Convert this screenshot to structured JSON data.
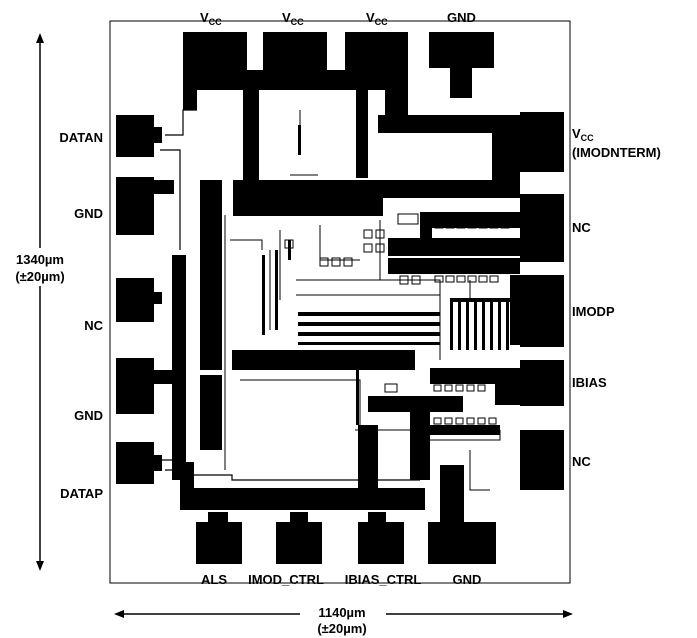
{
  "pads_top": [
    {
      "main": "V",
      "sub": "CC"
    },
    {
      "main": "V",
      "sub": "CC"
    },
    {
      "main": "V",
      "sub": "CC"
    },
    {
      "main": "GND",
      "sub": ""
    }
  ],
  "pads_bottom": [
    "ALS",
    "IMOD_CTRL",
    "IBIAS_CTRL",
    "GND"
  ],
  "pads_left": [
    "DATAN",
    "GND",
    "NC",
    "GND",
    "DATAP"
  ],
  "pads_right": {
    "vcc_main": "V",
    "vcc_sub": "CC",
    "vcc_note": "(IMODNTERM)",
    "nc_1": "NC",
    "imodp": "IMODP",
    "ibias": "IBIAS",
    "nc_2": "NC"
  },
  "dimensions": {
    "height_value": "1340µm",
    "height_tol": "(±20µm)",
    "width_value": "1140µm",
    "width_tol": "(±20µm)"
  },
  "colors": {
    "ink": "#000000",
    "background": "#ffffff"
  }
}
